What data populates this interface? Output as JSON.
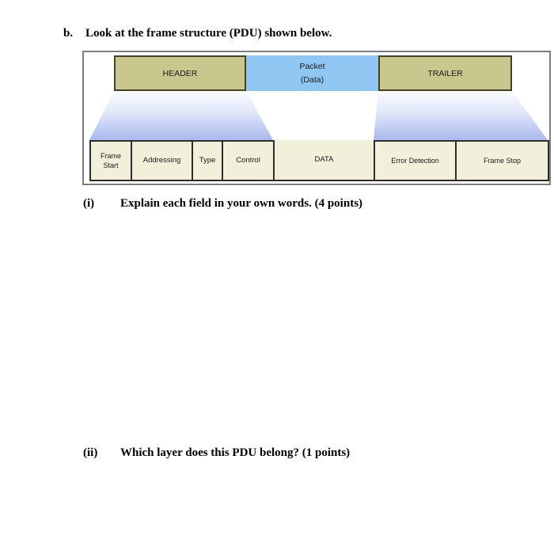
{
  "question": {
    "label": "b.",
    "text": "Look at the frame structure (PDU) shown below."
  },
  "diagram": {
    "header_label": "HEADER",
    "packet_label_line1": "Packet",
    "packet_label_line2": "(Data)",
    "trailer_label": "TRAILER",
    "fields": [
      "Frame Start",
      "Addressing",
      "Type",
      "Control",
      "DATA",
      "Error Detection",
      "Frame Stop"
    ],
    "colors": {
      "khaki": "#c9c68e",
      "blue": "#8fc6f2",
      "cream": "#f2f0da",
      "funnel_bottom": "#aab9ed",
      "cell_border": "#2e2e2e",
      "box_border": "#42422c",
      "frame_border": "#7e7e7e"
    }
  },
  "subquestions": [
    {
      "label": "(i)",
      "text": "Explain each field in your own words. (4 points)"
    },
    {
      "label": "(ii)",
      "text": "Which layer does this PDU belong? (1 points)"
    }
  ]
}
